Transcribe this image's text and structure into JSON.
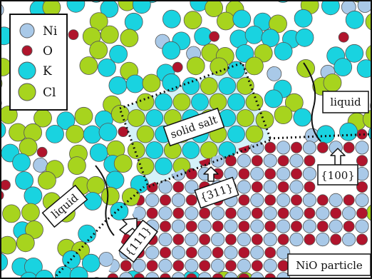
{
  "legend": {
    "items": [
      {
        "label": "Ni",
        "color": "#a9c9e8"
      },
      {
        "label": "O",
        "color": "#b0142c"
      },
      {
        "label": "K",
        "color": "#19d3e0"
      },
      {
        "label": "Cl",
        "color": "#a7d41e"
      }
    ]
  },
  "labels": {
    "solid_salt": "solid salt",
    "liquid_right": "liquid",
    "liquid_left": "liquid",
    "facet_311": "{311}",
    "facet_100": "{100}",
    "facet_111": "{111}",
    "particle": "NiO particle"
  },
  "colors": {
    "ni": "#a9c9e8",
    "o": "#b0142c",
    "k": "#19d3e0",
    "cl": "#a7d41e",
    "solid_salt_fill": "#c6eef6",
    "outline": "#111111"
  }
}
